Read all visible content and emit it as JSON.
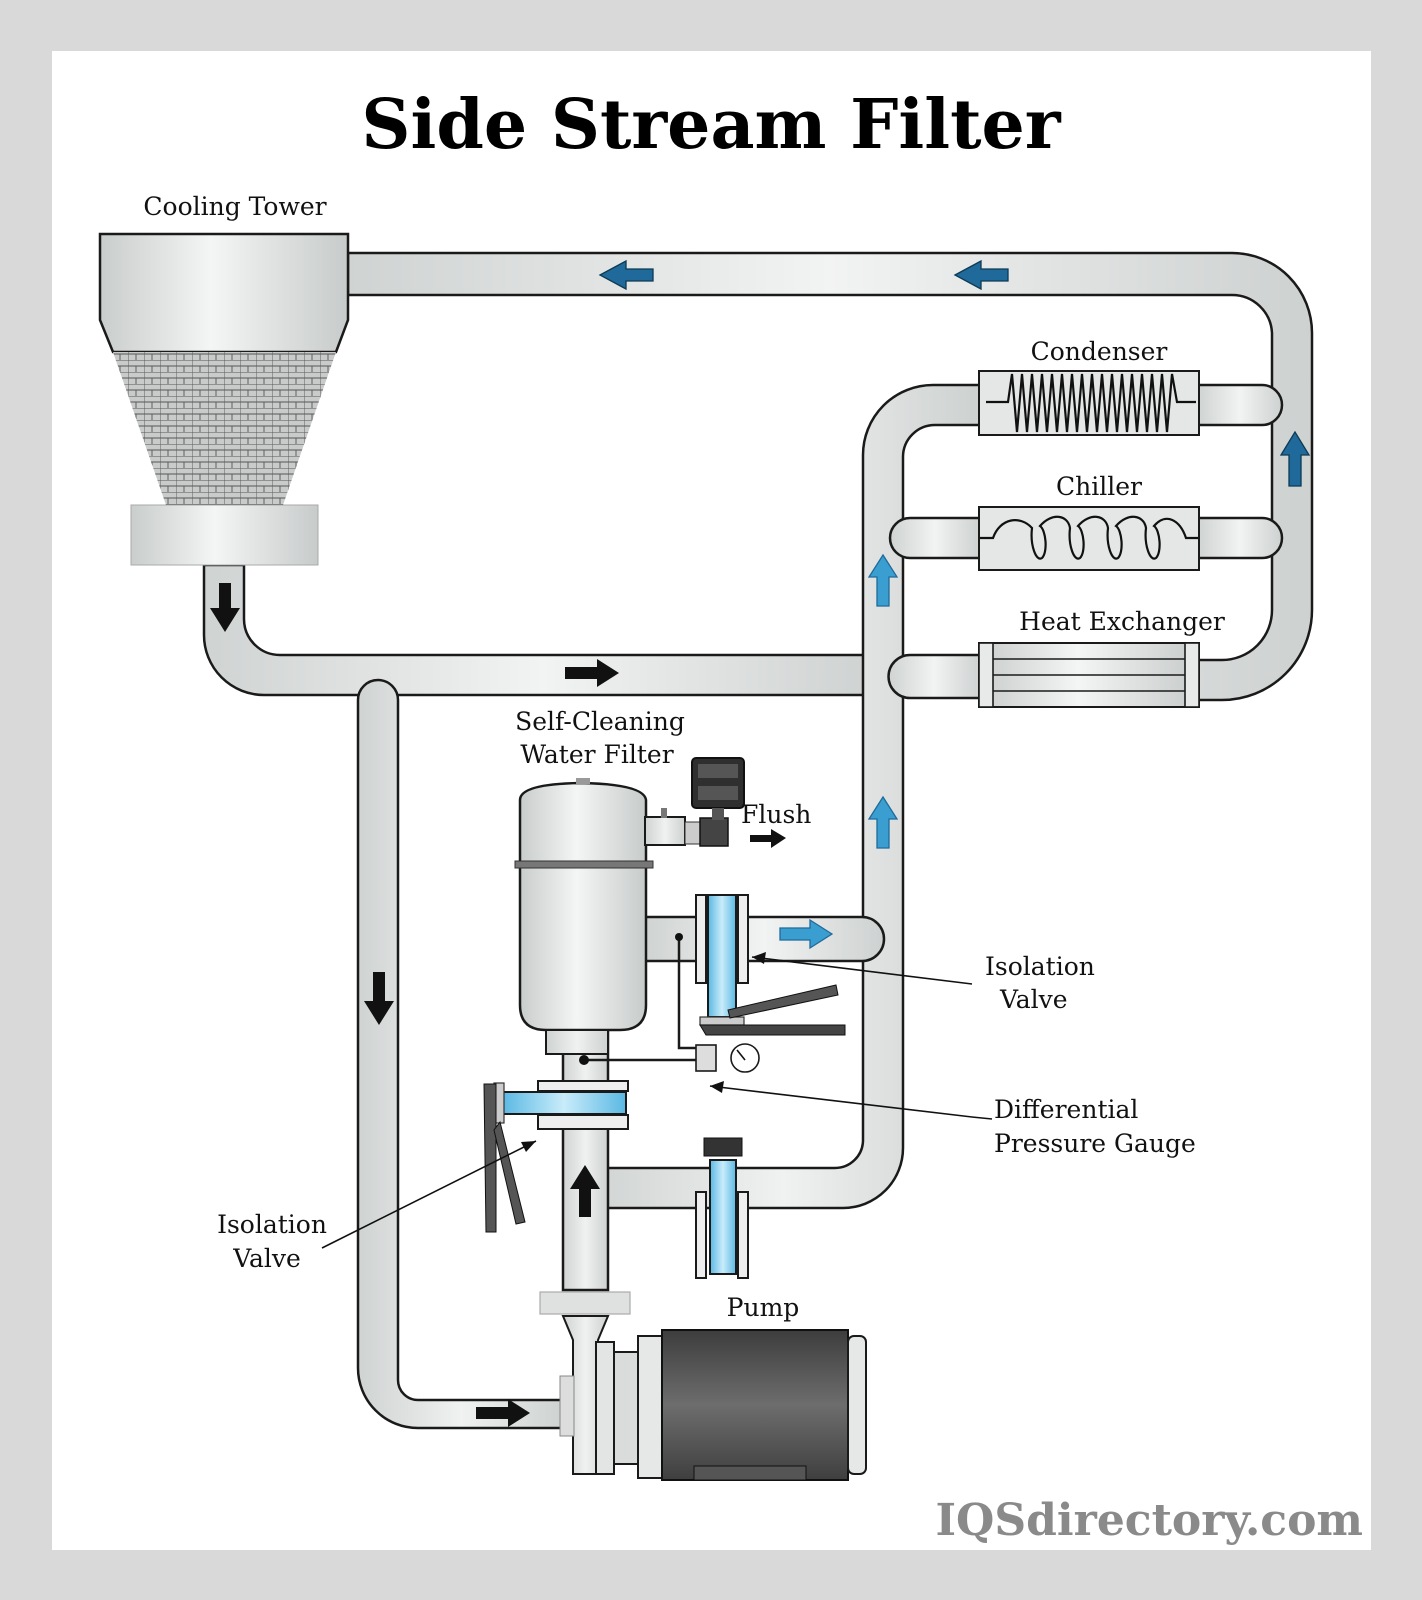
{
  "title": "Side Stream Filter",
  "watermark": "IQSdirectory.com",
  "components": {
    "cooling_tower": "Cooling Tower",
    "condenser": "Condenser",
    "chiller": "Chiller",
    "heat_exchanger": "Heat Exchanger",
    "filter_line1": "Self-Cleaning",
    "filter_line2": "Water Filter",
    "flush": "Flush",
    "isolation_valve_right_line1": "Isolation",
    "isolation_valve_right_line2": "Valve",
    "dp_gauge_line1": "Differential",
    "dp_gauge_line2": "Pressure Gauge",
    "isolation_valve_left_line1": "Isolation",
    "isolation_valve_left_line2": "Valve",
    "pump": "Pump"
  },
  "colors": {
    "flow_arrow_blue": "#1f6a9a",
    "flow_arrow_light_blue": "#3a9fd0",
    "flow_arrow_black": "#111111",
    "pipe_fill": "#dcdfde",
    "valve_water": "#8fd0ee",
    "motor": "#4a4a4a",
    "background_frame": "#d9d9d9"
  },
  "flow_arrows": [
    {
      "location": "return-line-left",
      "direction": "left",
      "color": "dark-blue"
    },
    {
      "location": "return-line-right",
      "direction": "left",
      "color": "dark-blue"
    },
    {
      "location": "right-riser",
      "direction": "up",
      "color": "dark-blue"
    },
    {
      "location": "tower-outlet",
      "direction": "down",
      "color": "black"
    },
    {
      "location": "supply-line",
      "direction": "right",
      "color": "black"
    },
    {
      "location": "feed-riser-upper",
      "direction": "up",
      "color": "light-blue"
    },
    {
      "location": "feed-riser-lower",
      "direction": "up",
      "color": "light-blue"
    },
    {
      "location": "filter-outlet",
      "direction": "right",
      "color": "light-blue"
    },
    {
      "location": "flush-outlet",
      "direction": "right",
      "color": "black"
    },
    {
      "location": "bypass-down",
      "direction": "down",
      "color": "black"
    },
    {
      "location": "filter-inlet",
      "direction": "up",
      "color": "black"
    },
    {
      "location": "pump-inlet",
      "direction": "right",
      "color": "black"
    }
  ]
}
